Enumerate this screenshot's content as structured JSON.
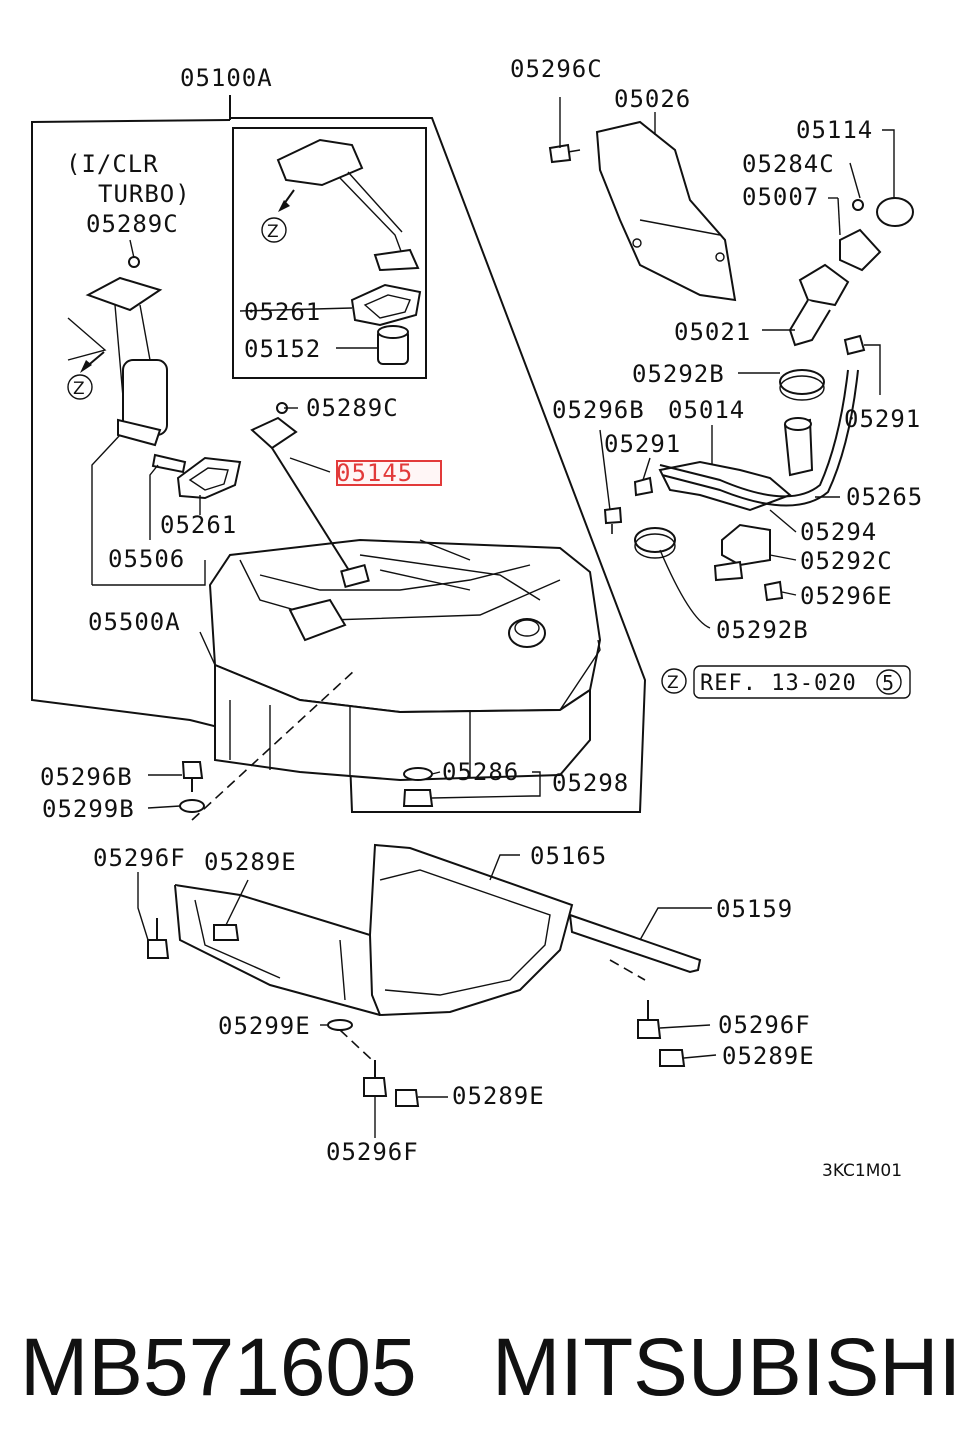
{
  "diagram": {
    "frame_label": "05100A",
    "variant_note": [
      "(I/CLR",
      "TURBO)"
    ],
    "reference": {
      "marker": "Z",
      "text": "REF. 13-020",
      "circle_num": "5"
    },
    "highlighted_part": "05145",
    "drawing_code": "3KC1M01",
    "part_labels": {
      "p_05296C": "05296C",
      "p_05026": "05026",
      "p_05114": "05114",
      "p_05284C": "05284C",
      "p_05007": "05007",
      "p_05289C_a": "05289C",
      "p_05261_a": "05261",
      "p_05152": "05152",
      "p_05021": "05021",
      "p_05292B_a": "05292B",
      "p_05289C_b": "05289C",
      "p_05296B": "05296B",
      "p_05014": "05014",
      "p_05291_a": "05291",
      "p_05291_b": "05291",
      "p_05265": "05265",
      "p_05261_b": "05261",
      "p_05294": "05294",
      "p_05506": "05506",
      "p_05292C": "05292C",
      "p_05500A": "05500A",
      "p_05296E": "05296E",
      "p_05292B_b": "05292B",
      "p_05296B_b": "05296B",
      "p_05286": "05286",
      "p_05298": "05298",
      "p_05299B": "05299B",
      "p_05296F_a": "05296F",
      "p_05289E_a": "05289E",
      "p_05165": "05165",
      "p_05159": "05159",
      "p_05299E": "05299E",
      "p_05296F_b": "05296F",
      "p_05289E_b": "05289E",
      "p_05289E_c": "05289E",
      "p_05296F_c": "05296F"
    },
    "z_markers": [
      "Z",
      "Z"
    ]
  },
  "footer": {
    "part_number": "MB571605",
    "brand": "MITSUBISHI"
  },
  "colors": {
    "highlight": "#e23a3a",
    "ink": "#111111"
  }
}
